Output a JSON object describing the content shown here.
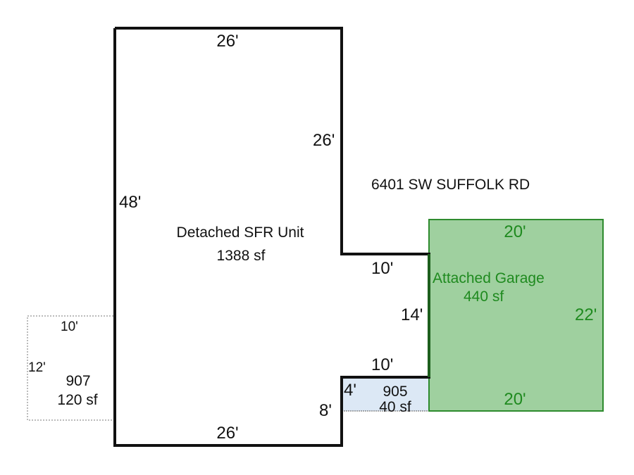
{
  "address": "6401 SW SUFFOLK RD",
  "colors": {
    "garage_fill": "#9fd09f",
    "garage_stroke": "#2e8b2e",
    "garage_text": "#1f8a1f",
    "porch_fill": "#dce8f5",
    "wall": "#111111"
  },
  "main_unit": {
    "name": "Detached SFR Unit",
    "area": "1388 sf",
    "dims": {
      "top": "26'",
      "left": "48'",
      "right_upper": "26'",
      "step_upper": "10'",
      "right_middle": "14'",
      "step_lower": "10'",
      "right_lower": "8'",
      "bottom": "26'"
    }
  },
  "garage": {
    "name": "Attached Garage",
    "area": "440 sf",
    "dims": {
      "top": "20'",
      "right": "22'",
      "bottom": "20'"
    }
  },
  "porch": {
    "code": "905",
    "area": "40 sf",
    "dims": {
      "side": "4'"
    }
  },
  "patio": {
    "code": "907",
    "area": "120 sf",
    "dims": {
      "top": "10'",
      "side": "12'"
    }
  }
}
